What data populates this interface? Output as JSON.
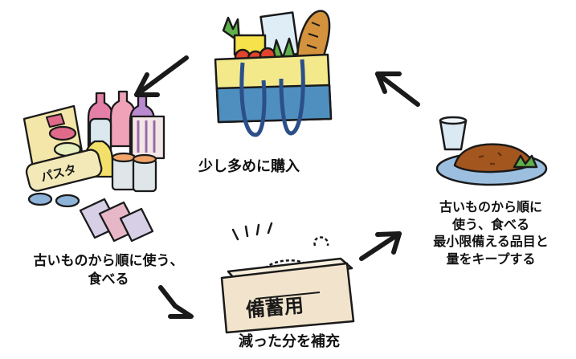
{
  "cycle": {
    "steps": [
      {
        "id": "buy",
        "label": "少し多めに購入"
      },
      {
        "id": "eat",
        "lines": [
          "古いものから順に使う、",
          "食べる"
        ]
      },
      {
        "id": "replenish",
        "label": "減った分を補充"
      },
      {
        "id": "keep",
        "lines": [
          "古いものから順に",
          "使う、食べる",
          "最小限備える品目と",
          "量をキープする"
        ]
      }
    ],
    "box_text": "備蓄用",
    "jar_text": "パスタ"
  },
  "colors": {
    "outline": "#1a1a1a",
    "bag_yellow": "#f3e98a",
    "bag_blue": "#4f8fc0",
    "bag_handle": "#2b4f8a",
    "box": "#f2e4cc",
    "plate_blue": "#9cbfe0",
    "curry": "#a4561f",
    "lettuce": "#5fb04a",
    "bread": "#d4923c",
    "tomato": "#e3442d"
  }
}
